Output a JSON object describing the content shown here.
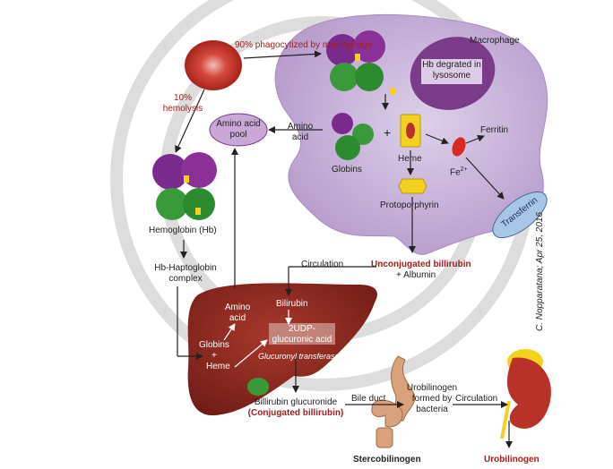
{
  "watermark": {
    "shapes": [
      "seal-watermark"
    ]
  },
  "rbc": {
    "phagocytized_label": "90% phagocytized by macrophage",
    "hemolysis_label": "10% hemolysis"
  },
  "macrophage": {
    "title": "Macrophage",
    "lysosome_label": "Hb degrated in lysosome",
    "amino_acid_label": "Amino acid",
    "plus_sign": "+",
    "globins_label": "Globins",
    "heme_label": "Heme",
    "ferritin_label": "Ferritin",
    "fe_label": "Fe",
    "fe_charge": "2+",
    "transferrin_label": "Transferrin",
    "protoporphyrin_label": "Protoporphyrin"
  },
  "amino_acid_pool_label": "Amino acid pool",
  "hemoglobin_label": "Hemoglobin (Hb)",
  "haptoglobin_label": "Hb-Haptoglobin complex",
  "circulation_label_1": "Circulation",
  "unconjugated_label": "Unconjugated billirubin",
  "albumin_label": "+ Albumin",
  "liver": {
    "amino_acid_label": "Amino acid",
    "globins_label": "Globins",
    "plus_sign": "+",
    "heme_label": "Heme",
    "bilirubin_label": "Bilirubin",
    "udp_label": "2UDP-glucuronic acid",
    "enzyme_label": "Glucuronyl transferase"
  },
  "bilirubin_glucuronide_label": "Billirubin glucuronide",
  "conjugated_label": "(Conjugated billirubin)",
  "bile_duct_label": "Bile duct",
  "urobilinogen_formed_label": "Urobilinogen formed by bacteria",
  "circulation_label_2": "Circulation",
  "stercobilinogen_label": "Stercobilinogen",
  "urobilinogen_label": "Urobilinogen",
  "credit": "C. Nopparatana; Apr 25, 2016",
  "colors": {
    "macrophage": "#c9b4d9",
    "liver": "#8e2a22",
    "rbc": "#c63a32",
    "hb_purple": "#7a2a8c",
    "hb_green": "#3a9a3a",
    "heme_yellow": "#f2d21e",
    "kidney": "#b8322a",
    "intestine": "#d9a27a",
    "text_red": "#a01f1f",
    "watermark": "#d8d8d8"
  }
}
